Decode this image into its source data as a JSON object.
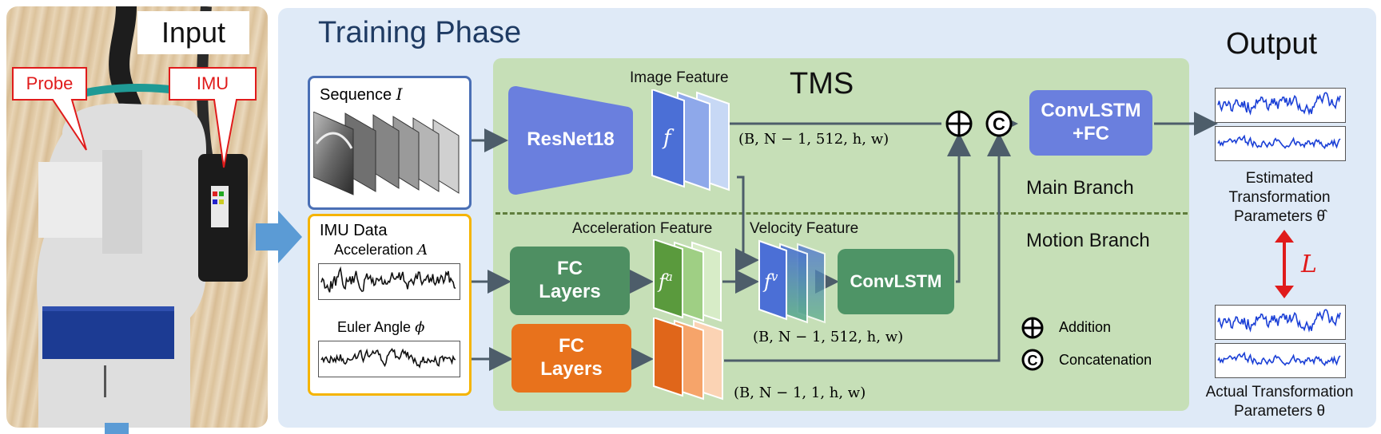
{
  "photo": {
    "input_label": "Input",
    "probe_label": "Probe",
    "imu_label": "IMU"
  },
  "training": {
    "title": "Training Phase"
  },
  "tms": {
    "title": "TMS",
    "main_branch": "Main Branch",
    "motion_branch": "Motion Branch"
  },
  "sequence": {
    "label": "Sequence",
    "symbol": "I"
  },
  "imu": {
    "title": "IMU Data",
    "accel_label": "Acceleration",
    "accel_symbol": "A",
    "euler_label": "Euler Angle",
    "euler_symbol": "ϕ"
  },
  "blocks": {
    "resnet": "ResNet18",
    "fc1_line1": "FC",
    "fc1_line2": "Layers",
    "fc2_line1": "FC",
    "fc2_line2": "Layers",
    "convlstm": "ConvLSTM",
    "head_line1": "ConvLSTM",
    "head_line2": "+FC"
  },
  "features": {
    "image": "Image Feature",
    "image_symbol": "f",
    "acceleration": "Acceleration Feature",
    "accel_symbol": "f",
    "accel_sup": "a",
    "velocity": "Velocity Feature",
    "velocity_symbol": "f",
    "velocity_sup": "v"
  },
  "shapes": {
    "image": "(B, N − 1, 512, h, w)",
    "velocity": "(B, N − 1, 512, h, w)",
    "angle": "(B, N − 1, 1, h, w)"
  },
  "legend": {
    "addition_symbol": "⊕",
    "addition": "Addition",
    "concat_symbol": "©",
    "concat": "Concatenation"
  },
  "output": {
    "title": "Output",
    "estimated_line1": "Estimated",
    "estimated_line2": "Transformation",
    "estimated_line3": "Parameters θ̂",
    "loss": "L",
    "actual_line1": "Actual Transformation",
    "actual_line2": "Parameters θ"
  },
  "colors": {
    "resnet": "#6a7fde",
    "fc_green": "#4e8f62",
    "fc_orange": "#e8721c",
    "convlstm": "#4e9466",
    "head": "#6a7fde",
    "signal_blue": "#1a3fd6",
    "loss_red": "#e01b1b"
  }
}
